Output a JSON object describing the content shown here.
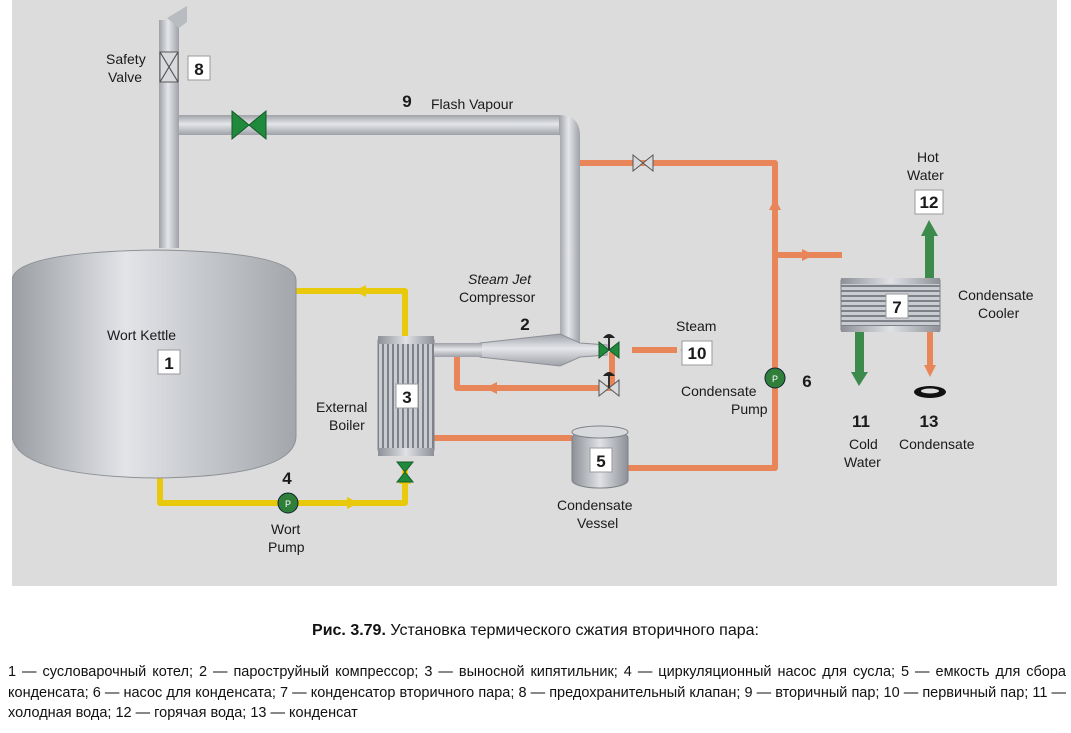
{
  "labels": {
    "safety_valve_1": "Safety",
    "safety_valve_2": "Valve",
    "flash_vapour": "Flash Vapour",
    "wort_kettle": "Wort Kettle",
    "steam_jet_1": "Steam Jet",
    "steam_jet_2": "Compressor",
    "steam": "Steam",
    "external_boiler_1": "External",
    "external_boiler_2": "Boiler",
    "condensate_pump_1": "Condensate",
    "condensate_pump_2": "Pump",
    "hot_water_1": "Hot",
    "hot_water_2": "Water",
    "condensate_cooler_1": "Condensate",
    "condensate_cooler_2": "Cooler",
    "cold_water_1": "Cold",
    "cold_water_2": "Water",
    "condensate": "Condensate",
    "wort_pump_1": "Wort",
    "wort_pump_2": "Pump",
    "condensate_vessel_1": "Condensate",
    "condensate_vessel_2": "Vessel"
  },
  "numbers": {
    "n1": "1",
    "n2": "2",
    "n3": "3",
    "n4": "4",
    "n5": "5",
    "n6": "6",
    "n7": "7",
    "n8": "8",
    "n9": "9",
    "n10": "10",
    "n11": "11",
    "n12": "12",
    "n13": "13"
  },
  "pump_mark": "P",
  "caption": {
    "prefix": "Рис. 3.79.",
    "title": " Установка термического сжатия вторичного пара:"
  },
  "legend": "1 — сусловарочный котел; 2 — пароструйный компрессор; 3 — выносной кипятильник; 4 — циркуляционный насос для сусла; 5 — емкость для сбора конденсата; 6 — насос для конденсата; 7 — конденсатор вторичного пара; 8 — предохранительный клапан; 9 — вторичный пар; 10 — первичный пар; 11 — холодная вода; 12 — горячая вода; 13 — конденсат",
  "colors": {
    "background": "#dcdcdc",
    "steam_pipe": "#b9bcc2",
    "condensate_pipe": "#e8865a",
    "wort_pipe": "#e9c90c",
    "water_pipe": "#3c8a4c",
    "valve_green": "#1f8a3c"
  }
}
